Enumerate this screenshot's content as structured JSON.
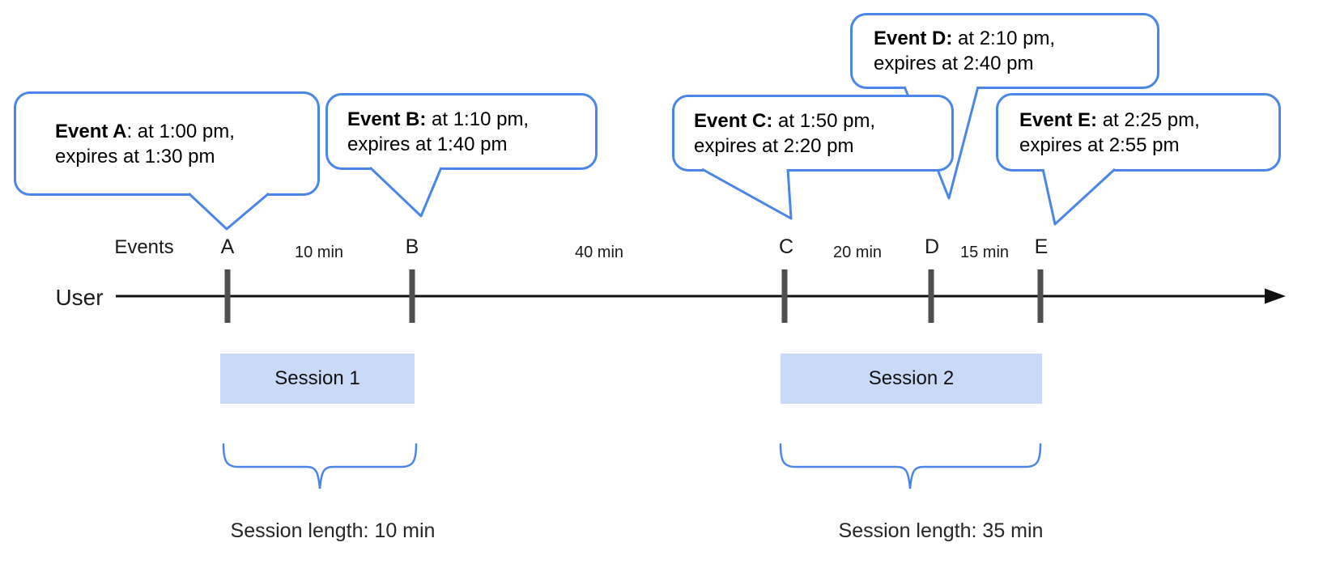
{
  "callouts": [
    {
      "bold": "Event A",
      "rest": ": at 1:00 pm,",
      "line2": "expires at 1:30 pm"
    },
    {
      "bold": "Event B:",
      "rest": " at 1:10 pm,",
      "line2": "expires at 1:40 pm"
    },
    {
      "bold": "Event C:",
      "rest": " at 1:50 pm,",
      "line2": "expires at 2:20 pm"
    },
    {
      "bold": "Event D:",
      "rest": " at 2:10 pm,",
      "line2": "expires at 2:40 pm"
    },
    {
      "bold": "Event E:",
      "rest": " at 2:25 pm,",
      "line2": "expires at 2:55 pm"
    }
  ],
  "timeline": {
    "row_label_events": "Events",
    "row_label_user": "User",
    "markers": [
      "A",
      "B",
      "C",
      "D",
      "E"
    ],
    "intervals": [
      "10 min",
      "40 min",
      "20 min",
      "15 min"
    ]
  },
  "sessions": [
    {
      "bar_label": "Session 1",
      "length_label": "Session length: 10 min"
    },
    {
      "bar_label": "Session 2",
      "length_label": "Session length: 35 min"
    }
  ],
  "colors": {
    "accent_blue": "#4a86e8",
    "session_fill": "#c9daf8",
    "tick_gray": "#4f4f4f",
    "axis_black": "#111111"
  }
}
